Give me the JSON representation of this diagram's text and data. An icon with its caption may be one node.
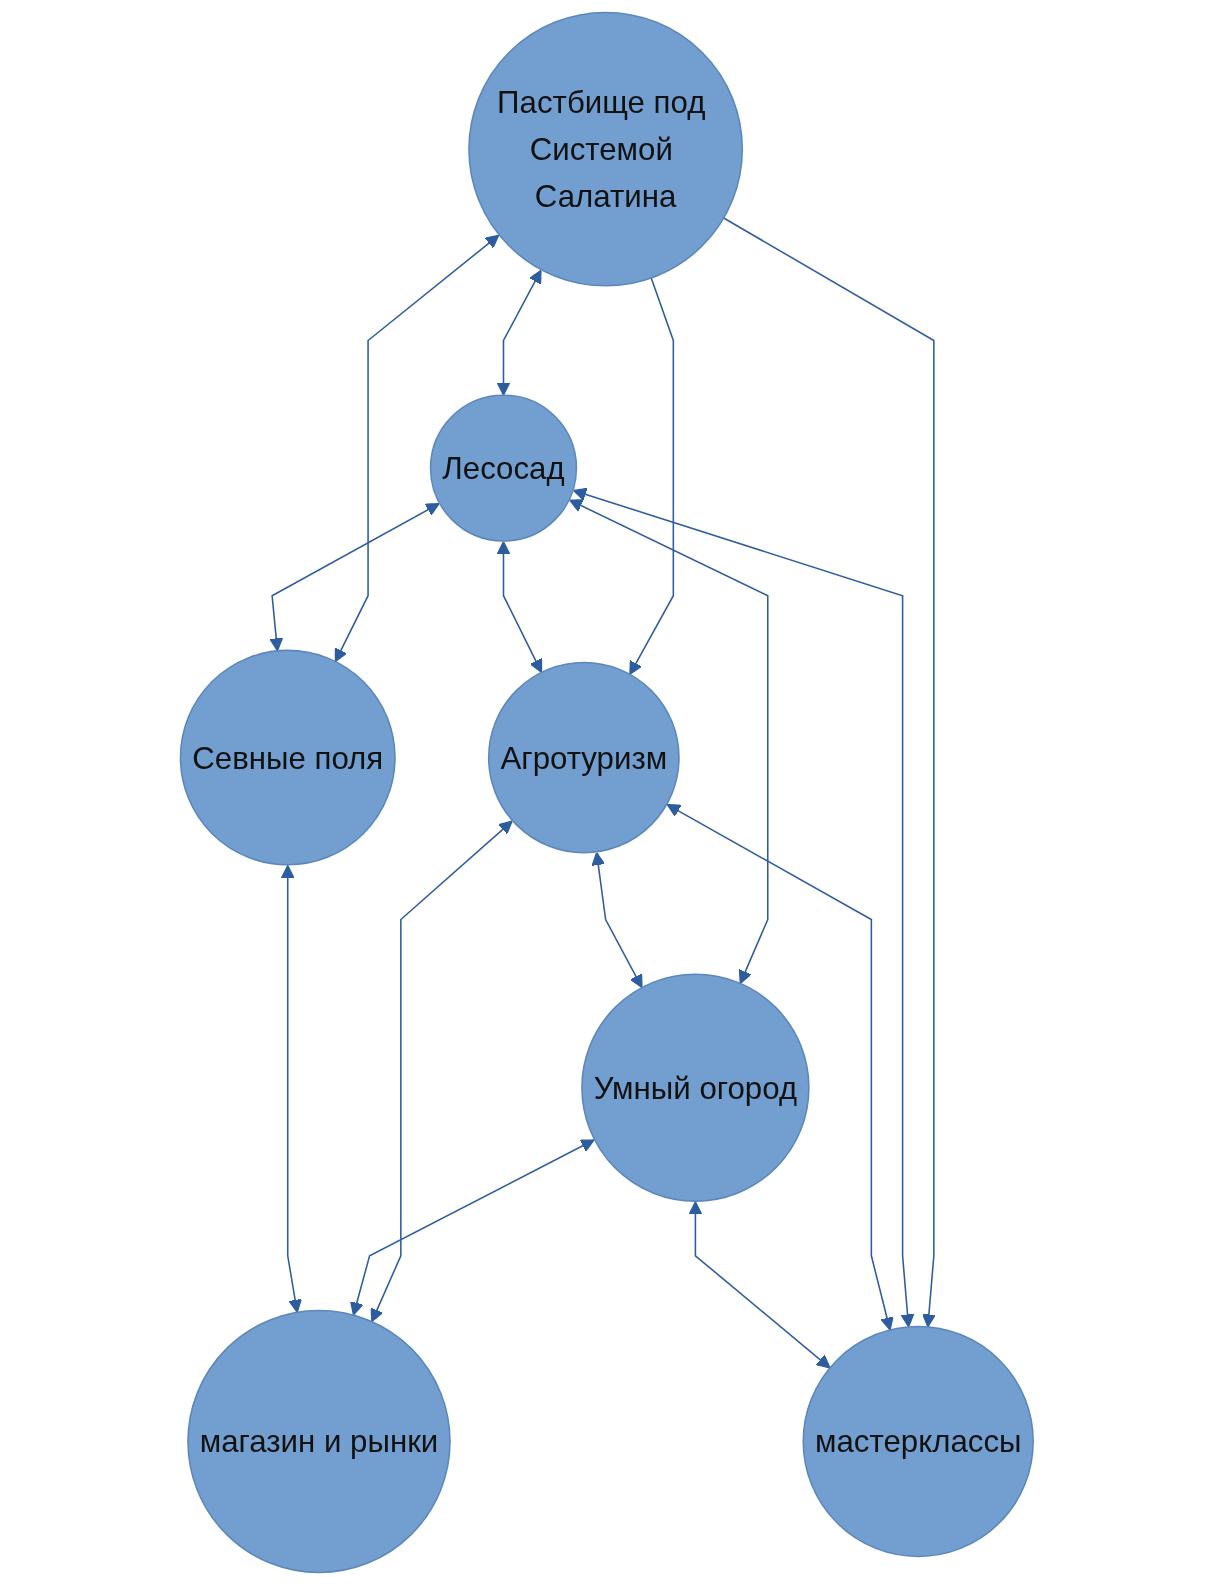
{
  "diagram": {
    "nodes": [
      {
        "text": [
          "Пастбище под Системой Салатина"
        ]
      },
      {
        "text": [
          "Севные поля"
        ]
      },
      {
        "text": [
          "Лесосад"
        ]
      },
      {
        "text": [
          "Агротуризм"
        ]
      },
      {
        "text": [
          "Умный огород"
        ]
      },
      {
        "text": [
          "мастерклассы"
        ]
      },
      {
        "text": [
          "магазин и рынки"
        ]
      }
    ],
    "edges": [
      {
        "from": 0,
        "to": 2,
        "arrow": "both"
      },
      {
        "from": 0,
        "to": 1,
        "arrow": "both"
      },
      {
        "from": 0,
        "to": 3,
        "arrow": "to"
      },
      {
        "from": 0,
        "to": 5,
        "arrow": "to"
      },
      {
        "from": 2,
        "to": 1,
        "arrow": "both"
      },
      {
        "from": 2,
        "to": 3,
        "arrow": "both"
      },
      {
        "from": 2,
        "to": 5,
        "arrow": "both"
      },
      {
        "from": 2,
        "to": 4,
        "arrow": "both"
      },
      {
        "from": 3,
        "to": 4,
        "arrow": "both"
      },
      {
        "from": 3,
        "to": 6,
        "arrow": "both"
      },
      {
        "from": 3,
        "to": 5,
        "arrow": "both"
      },
      {
        "from": 4,
        "to": 5,
        "arrow": "both"
      },
      {
        "from": 4,
        "to": 6,
        "arrow": "both"
      },
      {
        "from": 1,
        "to": 6,
        "arrow": "both"
      }
    ]
  }
}
